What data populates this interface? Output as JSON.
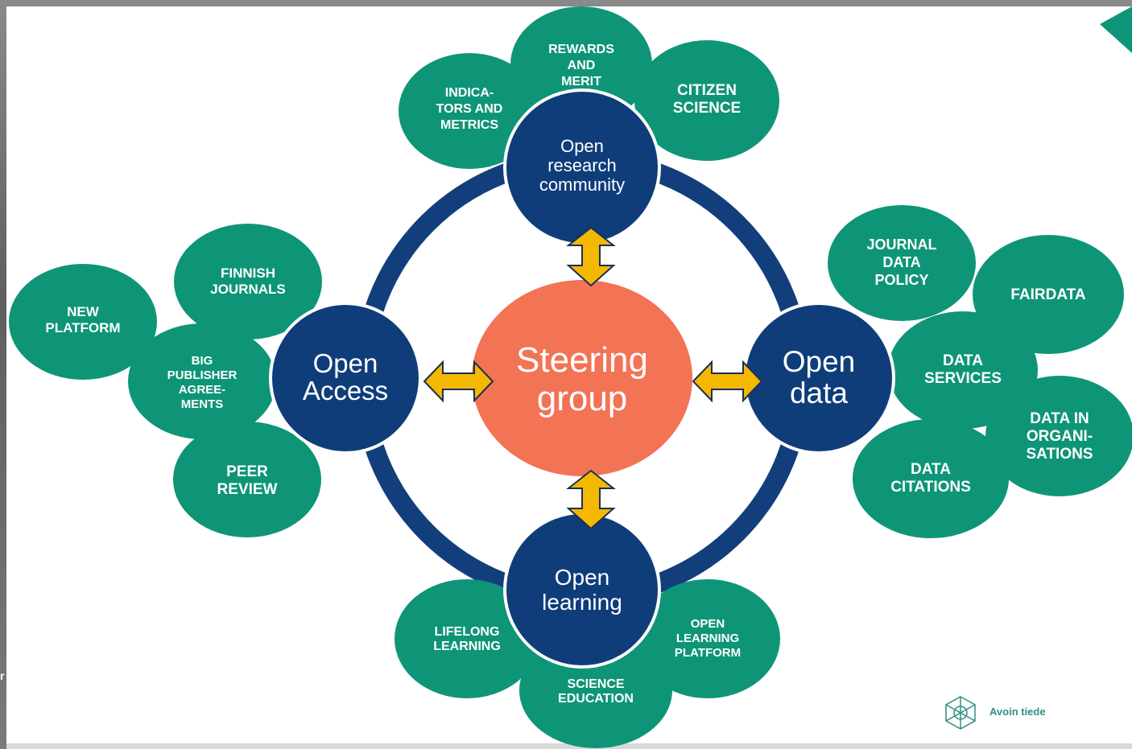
{
  "center": {
    "line1": "Steering",
    "line2": "group"
  },
  "hubs": {
    "research": {
      "line1": "Open",
      "line2": "research",
      "line3": "community"
    },
    "access": {
      "line1": "Open",
      "line2": "Access"
    },
    "data": {
      "line1": "Open",
      "line2": "data"
    },
    "learning": {
      "line1": "Open",
      "line2": "learning"
    }
  },
  "satellites": {
    "indicators": [
      "INDICA-",
      "TORS AND",
      "METRICS"
    ],
    "rewards": [
      "REWARDS",
      "AND",
      "MERIT"
    ],
    "citizen": [
      "CITIZEN",
      "SCIENCE"
    ],
    "finnish_journals": [
      "FINNISH",
      "JOURNALS"
    ],
    "new_platform": [
      "NEW",
      "PLATFORM"
    ],
    "big_publisher": [
      "BIG",
      "PUBLISHER",
      "AGREE-",
      "MENTS"
    ],
    "peer_review": [
      "PEER",
      "REVIEW"
    ],
    "journal_data_policy": [
      "JOURNAL",
      "DATA",
      "POLICY"
    ],
    "fairdata": [
      "FAIRDATA"
    ],
    "data_services": [
      "DATA",
      "SERVICES"
    ],
    "data_in_orgs": [
      "DATA IN",
      "ORGANI-",
      "SATIONS"
    ],
    "data_citations": [
      "DATA",
      "CITATIONS"
    ],
    "lifelong": [
      "LIFELONG",
      "LEARNING"
    ],
    "science_education": [
      "SCIENCE",
      "EDUCATION"
    ],
    "open_learning_platform": [
      "OPEN",
      "LEARNING",
      "PLATFORM"
    ]
  },
  "brand": {
    "name": "Avoin tiede",
    "icon": "avoin-tiede-logo-icon"
  },
  "edge_text": "r",
  "colors": {
    "satellite": "#0e9577",
    "hub": "#0f3d7a",
    "ring": "#123f7c",
    "center": "#f37355",
    "arrow": "#f5b800",
    "arrow_stroke": "#1b2f55",
    "accent_corner": "#0e9577"
  }
}
